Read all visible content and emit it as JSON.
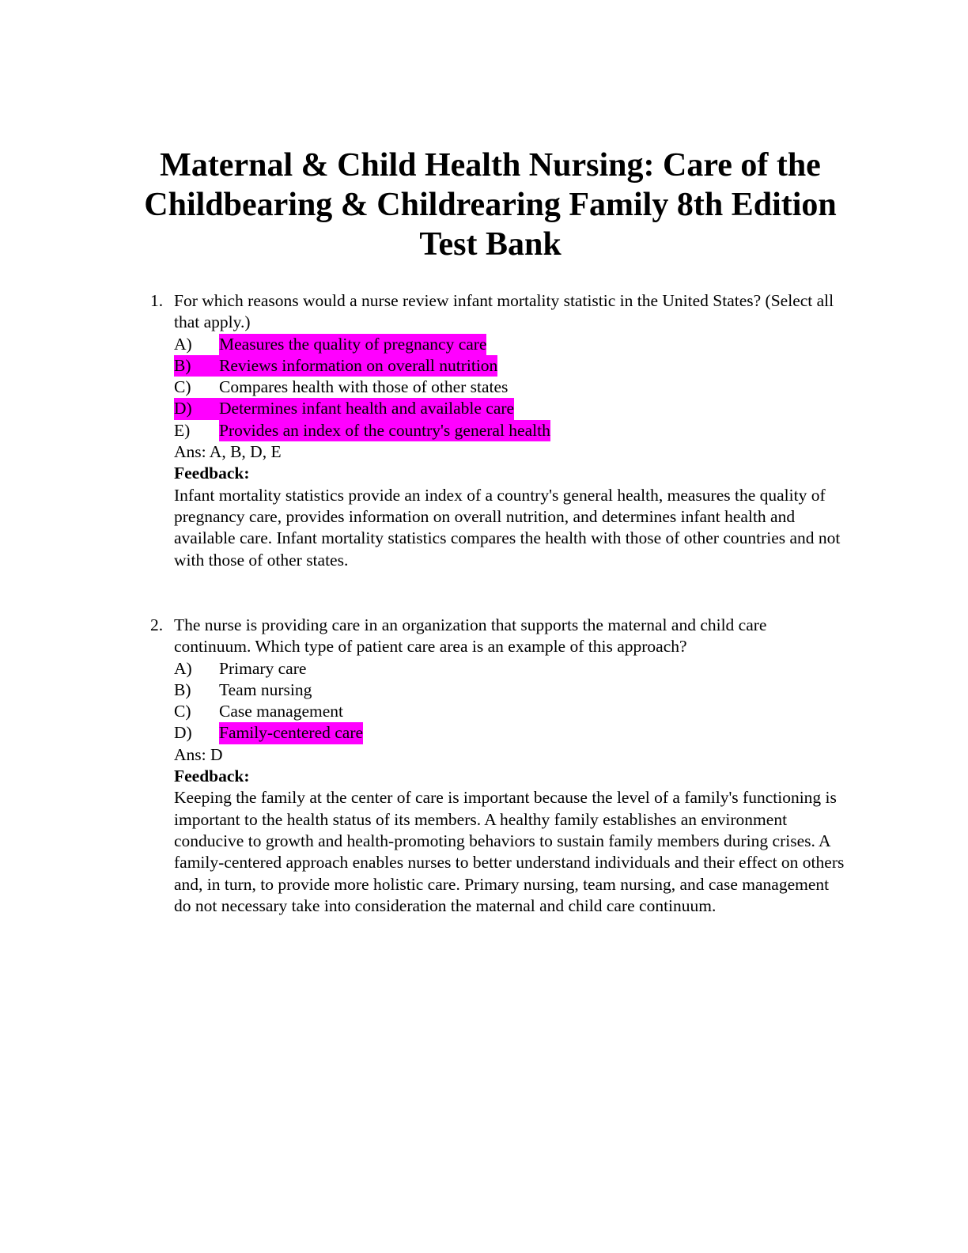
{
  "title": {
    "line1": "Maternal & Child Health Nursing: Care of the",
    "line2": "Childbearing & Childrearing Family 8th Edition",
    "line3": "Test Bank"
  },
  "highlight_color": "#ff00ff",
  "questions": [
    {
      "number": "1.",
      "stem": "For which reasons would a nurse review infant mortality statistic in the United States? (Select all that apply.)",
      "options": [
        {
          "letter": "A)",
          "text": "Measures the quality of pregnancy care",
          "highlight": "text"
        },
        {
          "letter": "B)",
          "text": "Reviews information on overall nutrition",
          "highlight": "both"
        },
        {
          "letter": "C)",
          "text": "Compares health with those of other states",
          "highlight": "none"
        },
        {
          "letter": "D)",
          "text": "Determines infant health and available care",
          "highlight": "both"
        },
        {
          "letter": "E)",
          "text": "Provides an index of the country's general health",
          "highlight": "text"
        }
      ],
      "answer": "Ans: A, B, D, E",
      "feedback_label": "Feedback:",
      "feedback": "Infant mortality statistics provide an index of a country's general health, measures the quality of pregnancy care, provides information on overall nutrition, and determines infant health and available care. Infant mortality statistics compares the health with those of other countries and not with those of other states."
    },
    {
      "number": "2.",
      "stem": "The nurse is providing care in an organization that supports the maternal and child care continuum. Which type of patient care area is an example of this approach?",
      "options": [
        {
          "letter": "A)",
          "text": "Primary care",
          "highlight": "none"
        },
        {
          "letter": "B)",
          "text": "Team nursing",
          "highlight": "none"
        },
        {
          "letter": "C)",
          "text": "Case management",
          "highlight": "none"
        },
        {
          "letter": "D)",
          "text": "Family-centered care",
          "highlight": "text"
        }
      ],
      "answer": "Ans: D",
      "feedback_label": "Feedback:",
      "feedback": "Keeping the family at the center of care is important because the level of a family's functioning is important to the health status of its members. A healthy family establishes an environment conducive to growth and health-promoting behaviors to sustain family members during crises. A family-centered approach enables nurses to better understand individuals and their effect on others and, in turn, to provide more holistic care. Primary nursing, team nursing, and case management do not necessary take into consideration the maternal and child care continuum."
    }
  ]
}
